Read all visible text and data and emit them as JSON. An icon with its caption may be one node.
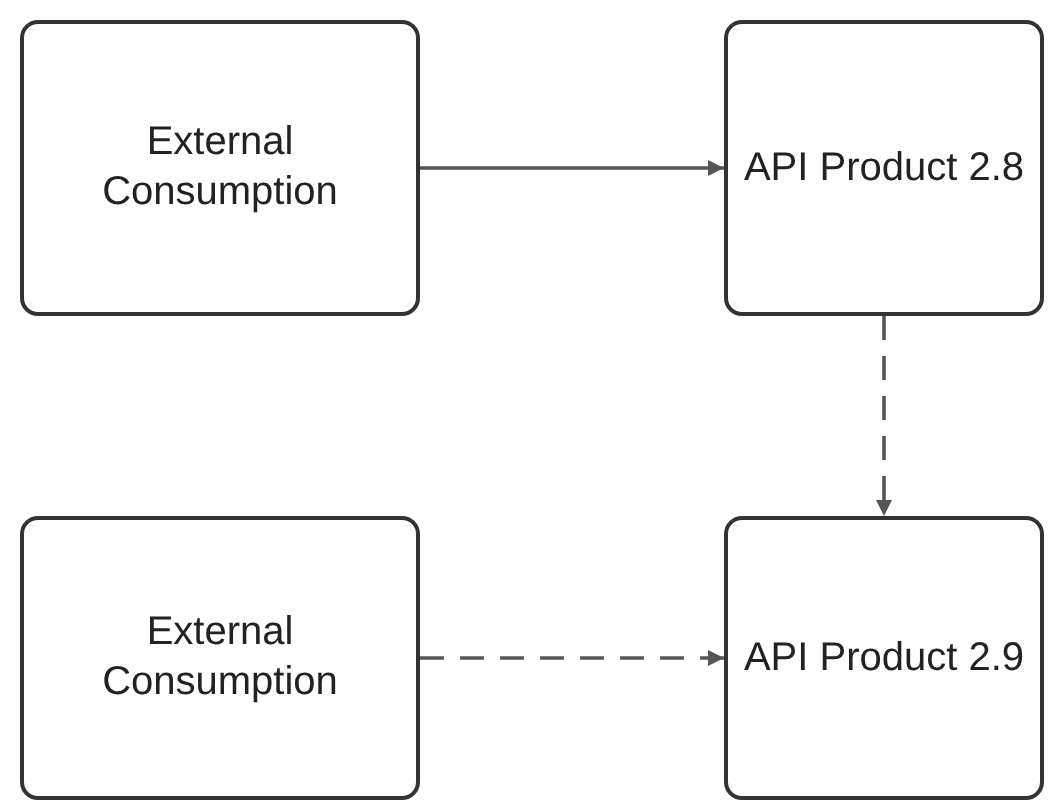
{
  "diagram": {
    "nodes": [
      {
        "text": [
          "External Consumption"
        ]
      },
      {
        "text": [
          "API Product 2.8"
        ]
      },
      {
        "text": [
          "External Consumption"
        ]
      },
      {
        "text": [
          "API Product 2.9"
        ]
      }
    ],
    "edges": [
      {
        "from": 0,
        "to": 1,
        "arrow": "to"
      },
      {
        "from": 1,
        "to": 3,
        "arrow": "to",
        "style": "dashed"
      },
      {
        "from": 2,
        "to": 3,
        "arrow": "to",
        "style": "dashed"
      }
    ]
  }
}
